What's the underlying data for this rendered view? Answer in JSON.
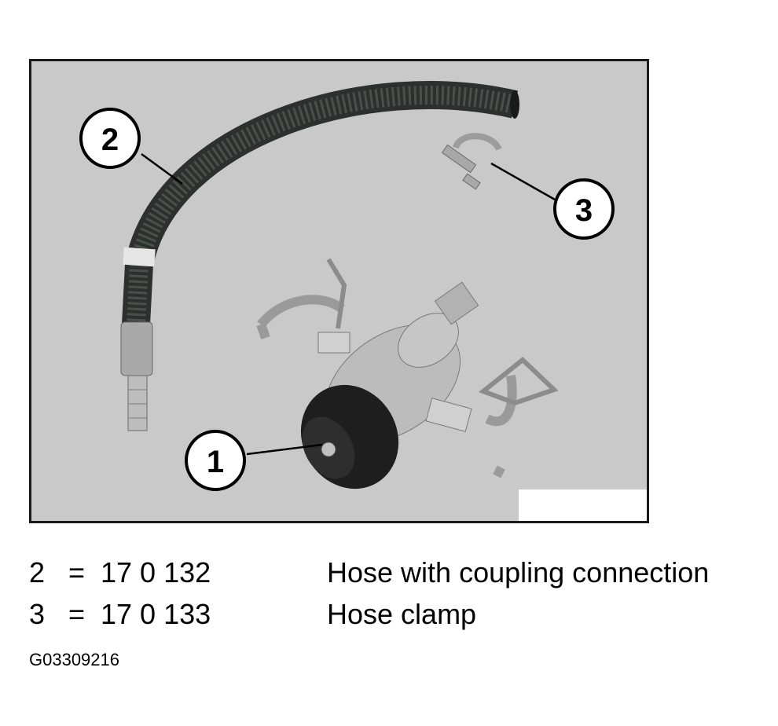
{
  "figure": {
    "callouts": [
      "1",
      "2",
      "3"
    ],
    "figure_id": "G03309216"
  },
  "legend": [
    {
      "number": "2",
      "eq": "=",
      "part_no": "17 0 132",
      "description": "Hose with coupling connection"
    },
    {
      "number": "3",
      "eq": "=",
      "part_no": "17 0 133",
      "description": "Hose clamp"
    }
  ],
  "colors": {
    "background": "#c9c9c9",
    "hose": "#3a3f3c",
    "metal": "#b8b8b8",
    "rubber": "#1e1e1e"
  }
}
